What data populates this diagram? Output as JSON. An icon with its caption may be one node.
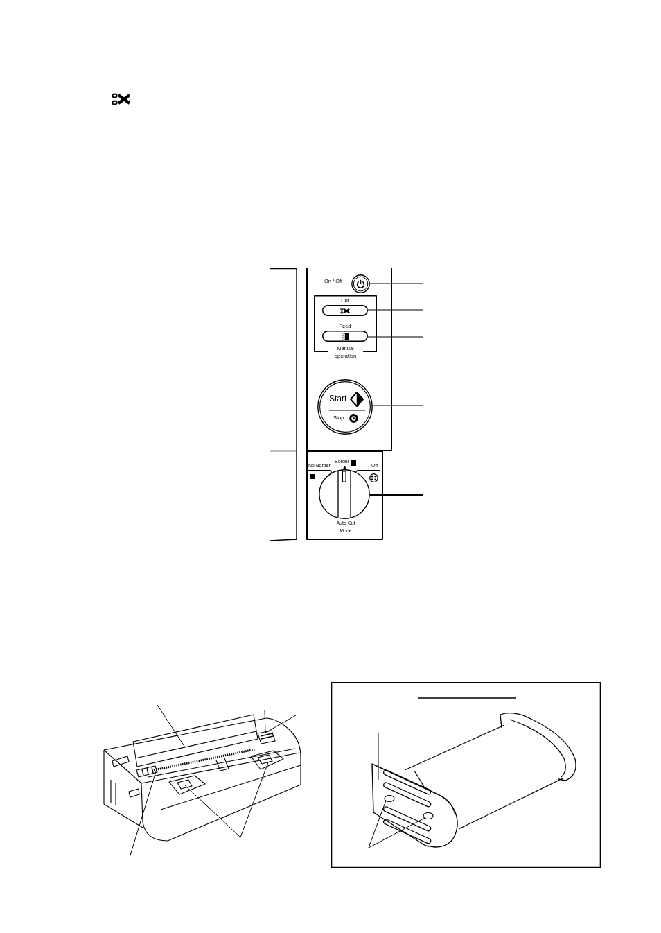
{
  "diagram": {
    "nodes": [
      {
        "text": [],
        "shape": "box"
      },
      {
        "text": [],
        "shape": "circle",
        "beside": [
          "On / Off"
        ],
        "in": 0
      },
      {
        "text": [
          "Manual operation"
        ],
        "in": 0
      },
      {
        "text": [
          "Cut"
        ],
        "in": 2
      },
      {
        "text": [
          "Feed"
        ],
        "in": 2
      },
      {
        "text": [
          "Start",
          "Stop"
        ],
        "in": 0
      },
      {
        "text": [],
        "shape": "circle",
        "beside": [
          "No Border",
          "Border",
          "Off",
          "Auto Cut Mode"
        ]
      },
      {
        "text": [],
        "shape": "picture"
      },
      {
        "text": [],
        "shape": "picture",
        "in": 7
      },
      {
        "text": [],
        "shape": "picture",
        "in": 7
      },
      {
        "text": [],
        "shape": "picture",
        "in": 7
      },
      {
        "text": [],
        "shape": "picture",
        "in": 7
      },
      {
        "text": [],
        "shape": "picture",
        "in": 7
      },
      {
        "text": [],
        "shape": "box"
      },
      {
        "text": [],
        "shape": "picture",
        "in": 13
      },
      {
        "text": [],
        "shape": "picture",
        "in": 14
      },
      {
        "text": [],
        "shape": "circle",
        "in": 15
      },
      {
        "text": [],
        "shape": "circle",
        "in": 15
      }
    ],
    "edges": [
      {
        "from": null,
        "to": 1,
        "arrow": "none"
      },
      {
        "from": null,
        "to": 3,
        "arrow": "none"
      },
      {
        "from": null,
        "to": 4,
        "arrow": "none"
      },
      {
        "from": null,
        "to": 5,
        "arrow": "none"
      },
      {
        "from": null,
        "to": 6,
        "arrow": "none",
        "style": "thick"
      },
      {
        "from": null,
        "to": 8,
        "arrow": "none"
      },
      {
        "from": null,
        "to": 9,
        "arrow": "none"
      },
      {
        "from": null,
        "to": 9,
        "arrow": "none"
      },
      {
        "from": null,
        "to": 10,
        "arrow": "none"
      },
      {
        "from": null,
        "to": 11,
        "arrow": "none"
      },
      {
        "from": null,
        "to": 12,
        "arrow": "none"
      },
      {
        "from": null,
        "to": 15,
        "arrow": "none"
      },
      {
        "from": null,
        "to": 16,
        "arrow": "none"
      },
      {
        "from": null,
        "to": 17,
        "arrow": "none"
      }
    ]
  }
}
